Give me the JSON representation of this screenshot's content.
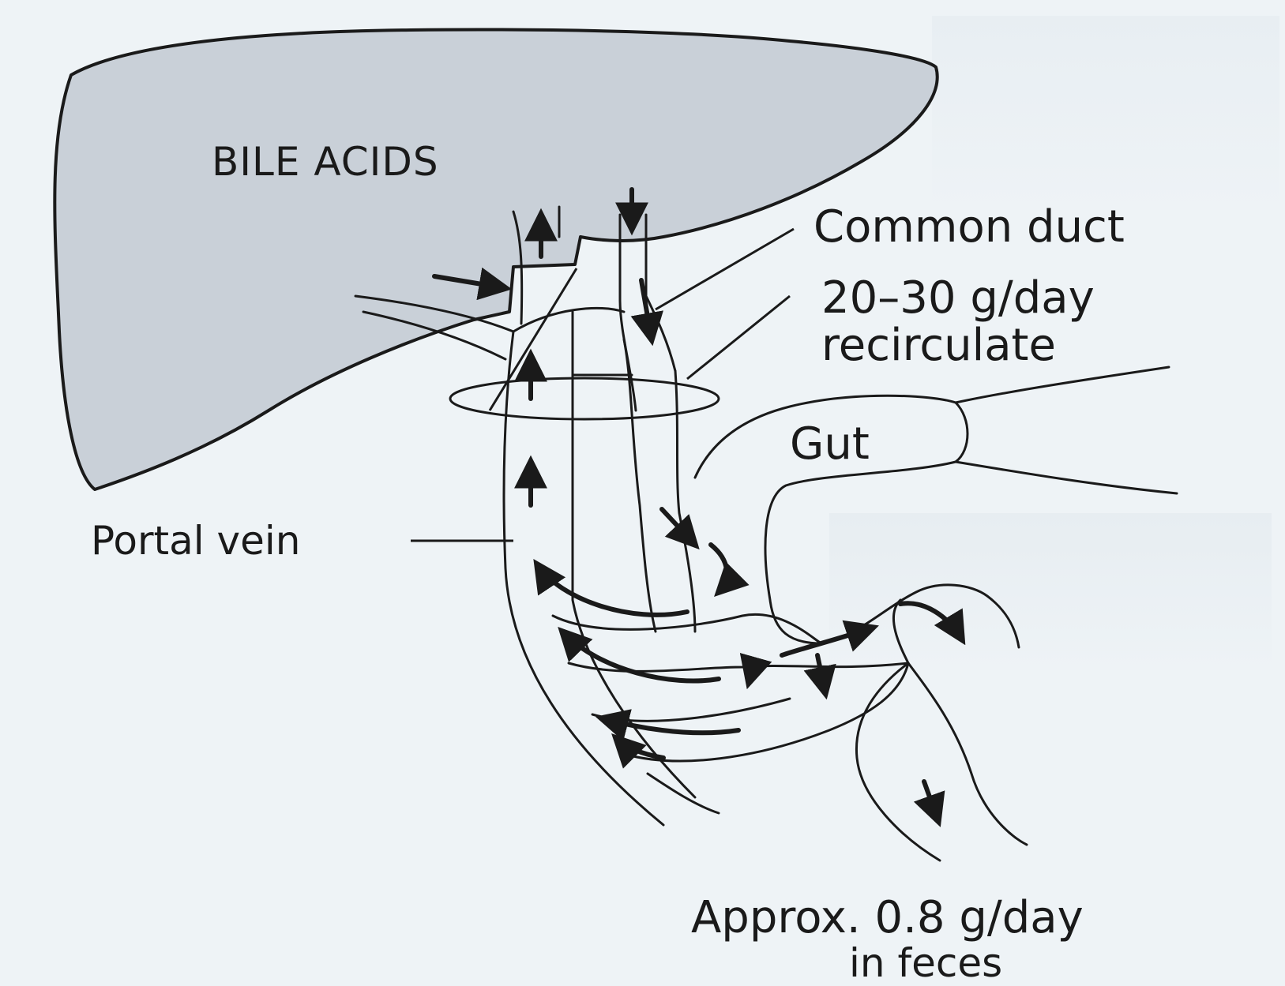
{
  "labels": {
    "bile_acids": "BILE ACIDS",
    "common_duct": "Common duct",
    "recirc_amount": "20–30 g/day",
    "recirc_word": "recirculate",
    "gut": "Gut",
    "portal_vein": "Portal vein",
    "feces_amount": "Approx. 0.8 g/day",
    "feces_word": "in feces"
  },
  "colors": {
    "liver_fill": "#c9d0d8",
    "ink": "#1a1a1a",
    "paper": "#eef3f6"
  }
}
